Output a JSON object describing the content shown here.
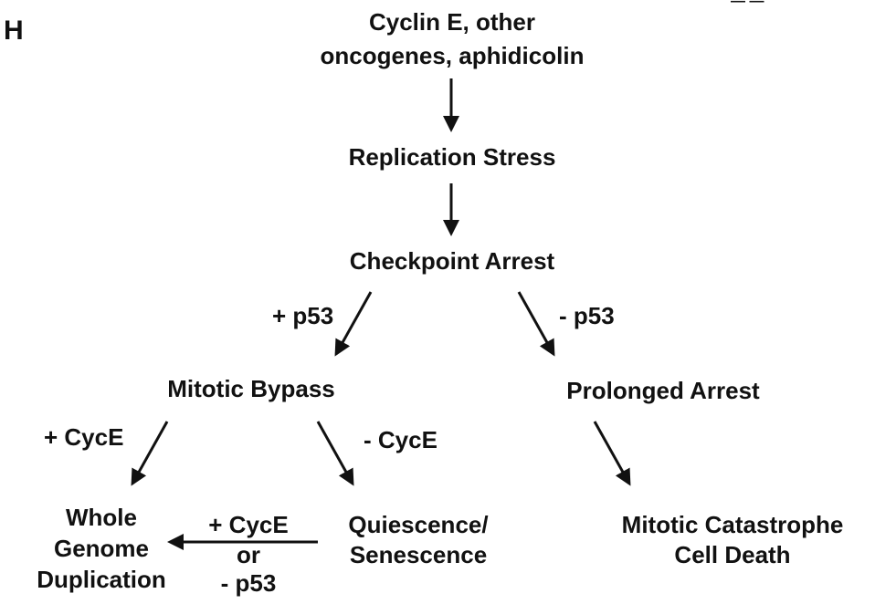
{
  "panel_label": "H",
  "corner_text": "— —",
  "nodes": {
    "trigger": [
      "Cyclin E, other",
      "oncogenes, aphidicolin"
    ],
    "replication_stress": "Replication Stress",
    "checkpoint_arrest": "Checkpoint Arrest",
    "mitotic_bypass": "Mitotic Bypass",
    "prolonged_arrest": "Prolonged Arrest",
    "whole_genome_duplication": [
      "Whole",
      "Genome",
      "Duplication"
    ],
    "quiescence_senescence": [
      "Quiescence/",
      "Senescence"
    ],
    "mitotic_catastrophe": [
      "Mitotic Catastrophe",
      "Cell Death"
    ]
  },
  "edge_labels": {
    "plus_p53": "+ p53",
    "minus_p53": "- p53",
    "plus_cyce": "+ CycE",
    "minus_cyce": "- CycE",
    "or_condition": [
      "+ CycE",
      "or",
      "- p53"
    ]
  }
}
